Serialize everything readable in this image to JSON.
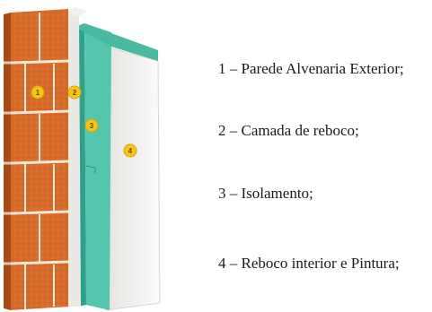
{
  "diagram": {
    "markers": [
      "1",
      "2",
      "3",
      "4"
    ],
    "colors": {
      "brick": "#d9702e",
      "brick_dark": "#b9541c",
      "mortar": "#efe6dc",
      "plaster": "#e9e7e2",
      "insulation": "#53c4ad",
      "insulation_dark": "#2fa08b",
      "interior": "#f4f4f2",
      "marker": "#f5c518"
    }
  },
  "legend": [
    {
      "label": "1 – Parede Alvenaria Exterior;"
    },
    {
      "label": "2 – Camada de reboco;"
    },
    {
      "label": "3 – Isolamento;"
    },
    {
      "label": "4 – Reboco interior e Pintura;"
    }
  ]
}
